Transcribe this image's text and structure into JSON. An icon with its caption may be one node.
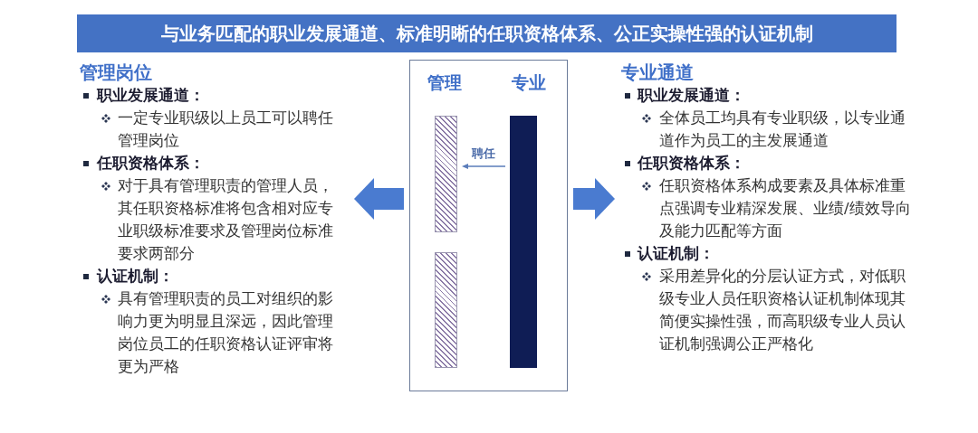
{
  "diagram": {
    "title": "与业务匹配的职业发展通道、标准明晰的任职资格体系、公正实操性强的认证机制",
    "nodes": [
      {
        "text": [
          "管理岗位",
          "职业发展通道：",
          "一定专业职级以上员工可以聘任管理岗位",
          "任职资格体系：",
          "对于具有管理职责的管理人员，其任职资格标准将包含相对应专业职级标准要求及管理岗位标准要求两部分",
          "认证机制：",
          "具有管理职责的员工对组织的影响力更为明显且深远，因此管理岗位员工的任职资格认证评审将更为严格"
        ]
      },
      {
        "text": [
          "管理",
          "专业"
        ]
      },
      {
        "text": [],
        "shape": "bar",
        "in": 1
      },
      {
        "text": [],
        "shape": "bar",
        "in": 1
      },
      {
        "text": [],
        "shape": "bar",
        "in": 1
      },
      {
        "text": [
          "专业通道",
          "职业发展通道：",
          "全体员工均具有专业职级，以专业通道作为员工的主发展通道",
          "任职资格体系：",
          "任职资格体系构成要素及具体标准重点强调专业精深发展、业绩/绩效导向及能力匹配等方面",
          "认证机制：",
          "采用差异化的分层认证方式，对低职级专业人员任职资格认证机制体现其简便实操性强，而高职级专业人员认证机制强调公正严格化"
        ]
      }
    ],
    "edges": [
      {
        "from": 1,
        "to": 0,
        "arrow": "to"
      },
      {
        "from": 1,
        "to": 5,
        "arrow": "to"
      },
      {
        "from": 4,
        "to": 2,
        "arrow": "to",
        "label": "聘任"
      }
    ]
  }
}
